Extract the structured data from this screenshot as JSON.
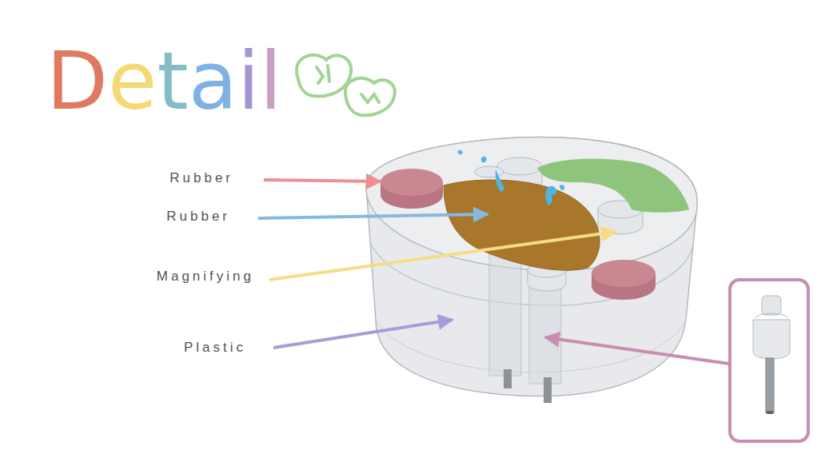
{
  "diagram": {
    "title": "Detail",
    "labels": [
      "Rubber",
      "Rubber",
      "Magnifying",
      "Plastic"
    ]
  }
}
